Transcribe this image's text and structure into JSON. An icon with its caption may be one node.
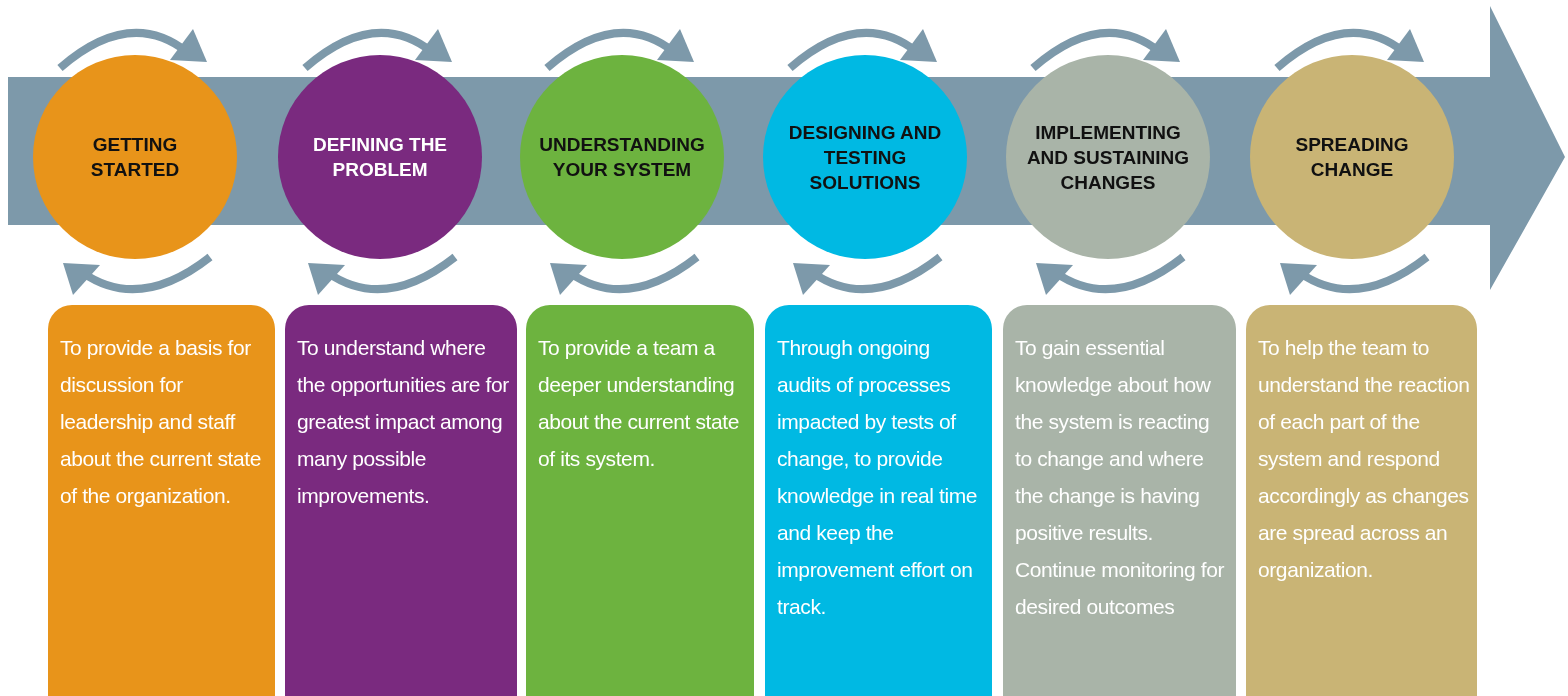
{
  "diagram": {
    "nodes": [
      {
        "text": [
          "GETTING STARTED"
        ]
      },
      {
        "text": [
          "DEFINING THE PROBLEM"
        ]
      },
      {
        "text": [
          "UNDERSTANDING YOUR SYSTEM"
        ]
      },
      {
        "text": [
          "DESIGNING AND TESTING SOLUTIONS"
        ]
      },
      {
        "text": [
          "IMPLEMENTING AND SUSTAINING CHANGES"
        ]
      },
      {
        "text": [
          "SPREADING CHANGE"
        ]
      },
      {
        "text": [
          "To provide a basis for discussion for leadership and staff about the current state of the organization."
        ]
      },
      {
        "text": [
          "To understand where the opportunities are for greatest impact among many possible improvements."
        ]
      },
      {
        "text": [
          "To provide a team a deeper understanding about the current state of its system."
        ]
      },
      {
        "text": [
          "Through ongoing audits of processes impacted by tests of change, to provide knowledge in real time and keep the improvement effort on track."
        ]
      },
      {
        "text": [
          "To gain essential knowledge about how the system is reacting to change and where the change is having positive results. Continue monitoring for desired outcomes"
        ]
      },
      {
        "text": [
          "To help the team to understand the reaction of each part of the system and respond accordingly as changes are spread across an organization."
        ]
      }
    ]
  }
}
